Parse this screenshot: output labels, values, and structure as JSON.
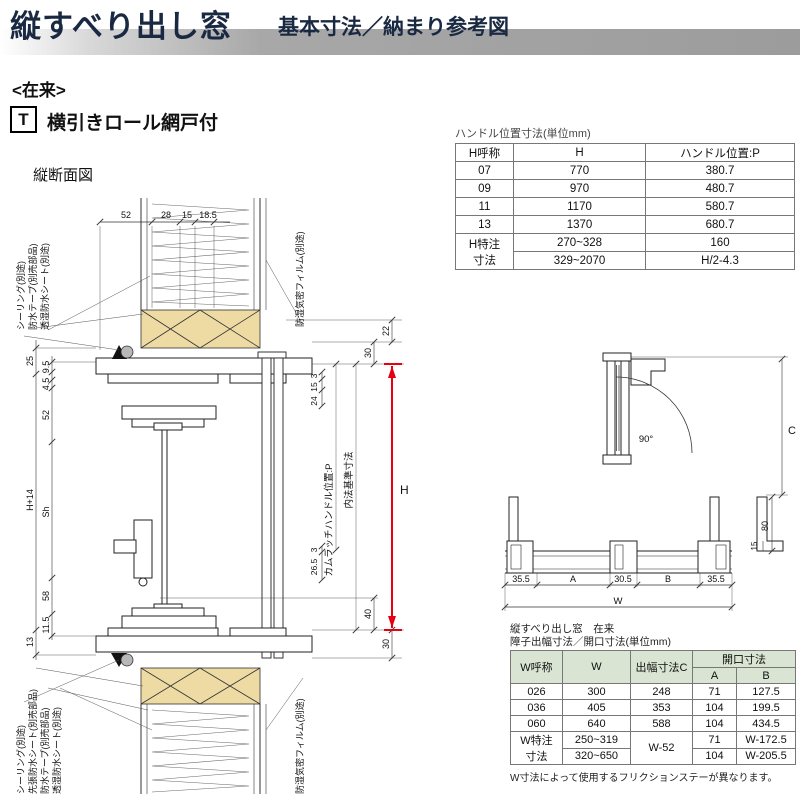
{
  "header": {
    "title_main": "縦すべり出し窓",
    "title_sub": "基本寸法／納まり参考図"
  },
  "meta": {
    "zairai": "<在来>",
    "type_letter": "T",
    "type_label": "横引きロール網戸付",
    "vsection_title": "縦断面図"
  },
  "handle_table": {
    "title": "ハンドル位置寸法(単位mm)",
    "col_h_name": "H呼称",
    "col_h": "H",
    "col_p": "ハンドル位置:P",
    "rows": [
      {
        "name": "07",
        "h": "770",
        "p": "380.7"
      },
      {
        "name": "09",
        "h": "970",
        "p": "480.7"
      },
      {
        "name": "11",
        "h": "1170",
        "p": "580.7"
      },
      {
        "name": "13",
        "h": "1370",
        "p": "680.7"
      }
    ],
    "special": {
      "label_line1": "H特注",
      "label_line2": "寸法",
      "rows": [
        {
          "h": "270~328",
          "p": "160"
        },
        {
          "h": "329~2070",
          "p": "H/2-4.3"
        }
      ]
    }
  },
  "vsection": {
    "dims_top": {
      "d52": "52",
      "d28": "28",
      "d15": "15",
      "d185": "18.5"
    },
    "dims_left": {
      "d25": "25",
      "d95": "9.5",
      "d45": "4.5",
      "d52": "52",
      "dh14": "H+14",
      "dsh": "Sh",
      "d58": "58",
      "d115": "11.5",
      "d13": "13"
    },
    "dims_right": {
      "d22": "22",
      "d30t": "30",
      "d3t": "3",
      "d15": "15",
      "d24": "24",
      "dh": "H",
      "d3b": "3",
      "d265": "26.5",
      "d40": "40",
      "d30b": "30"
    },
    "rot_labels": {
      "uchinori": "内法基準寸法",
      "camlatch": "カムラッチハンドル位置:P"
    },
    "top_labels": [
      "シーリング(別途)",
      "防水テープ(別売部品)",
      "透湿防水シート(別途)",
      "防湿気密フィルム(別途)"
    ],
    "bottom_labels": [
      "シーリング(別途)",
      "先張防水シート(別売部品)",
      "防水テープ(別売部品)",
      "透湿防水シート(別途)",
      "防湿気密フィルム(別途)"
    ]
  },
  "hsection": {
    "d355l": "35.5",
    "da": "A",
    "d305": "30.5",
    "db": "B",
    "d355r": "35.5",
    "dw": "W",
    "angle": "90°",
    "dc": "C",
    "d80": "80",
    "d15": "15"
  },
  "dim_table": {
    "title_line1": "縦すべり出し窓　在来",
    "title_line2": "障子出幅寸法／開口寸法(単位mm)",
    "col_w_name": "W呼称",
    "col_w": "W",
    "col_c": "出幅寸法C",
    "col_opening": "開口寸法",
    "col_a": "A",
    "col_b": "B",
    "rows": [
      {
        "name": "026",
        "w": "300",
        "c": "248",
        "a": "71",
        "b": "127.5"
      },
      {
        "name": "036",
        "w": "405",
        "c": "353",
        "a": "104",
        "b": "199.5"
      },
      {
        "name": "060",
        "w": "640",
        "c": "588",
        "a": "104",
        "b": "434.5"
      }
    ],
    "special": {
      "label_line1": "W特注",
      "label_line2": "寸法",
      "c": "W-52",
      "rows": [
        {
          "w": "250~319",
          "a": "71",
          "b": "W-172.5"
        },
        {
          "w": "320~650",
          "a": "104",
          "b": "W-205.5"
        }
      ]
    },
    "note": "W寸法によって使用するフリクションステーが異なります。"
  },
  "colors": {
    "title_navy": "#1a2942",
    "accent_red": "#e60012",
    "wood": "#eedba4",
    "table_header_green": "#d9e5d2",
    "bar_gray": "#9c9c9c"
  }
}
